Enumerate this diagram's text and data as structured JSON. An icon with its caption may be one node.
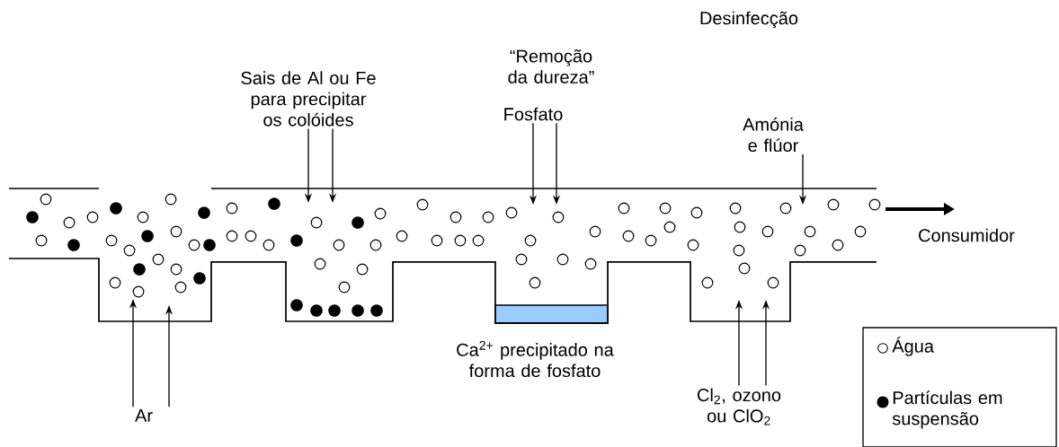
{
  "diagram": {
    "nodes": [
      {
        "text": [
          "Sais de Al ou Fe para precipitar os colóides"
        ]
      },
      {
        "text": [
          "Fosfato"
        ]
      },
      {
        "text": [
          "Amónia e flúor"
        ]
      },
      {
        "text": [
          "Ar"
        ]
      },
      {
        "text": [
          "Cl$_{2}$, ozono ou ClO$_{2}$"
        ]
      }
    ],
    "edges": [
      {
        "from": 0,
        "to": null,
        "arrow": "to"
      },
      {
        "from": 0,
        "to": null,
        "arrow": "to"
      },
      {
        "from": 1,
        "to": null,
        "arrow": "to"
      },
      {
        "from": 1,
        "to": null,
        "arrow": "to"
      },
      {
        "from": 2,
        "to": null,
        "arrow": "to"
      },
      {
        "from": 3,
        "to": null,
        "arrow": "to"
      },
      {
        "from": 3,
        "to": null,
        "arrow": "to"
      },
      {
        "from": 4,
        "to": null,
        "arrow": "to"
      },
      {
        "from": 4,
        "to": null,
        "arrow": "to"
      }
    ],
    "labels": [
      "Desinfecção",
      "“Remoção da dureza”",
      "Consumidor",
      "Ca$^{2+}$ precipitado na forma de fosfato"
    ],
    "legend": [
      {
        "text": "Água"
      },
      {
        "text": "Partículas em suspensão"
      }
    ]
  }
}
